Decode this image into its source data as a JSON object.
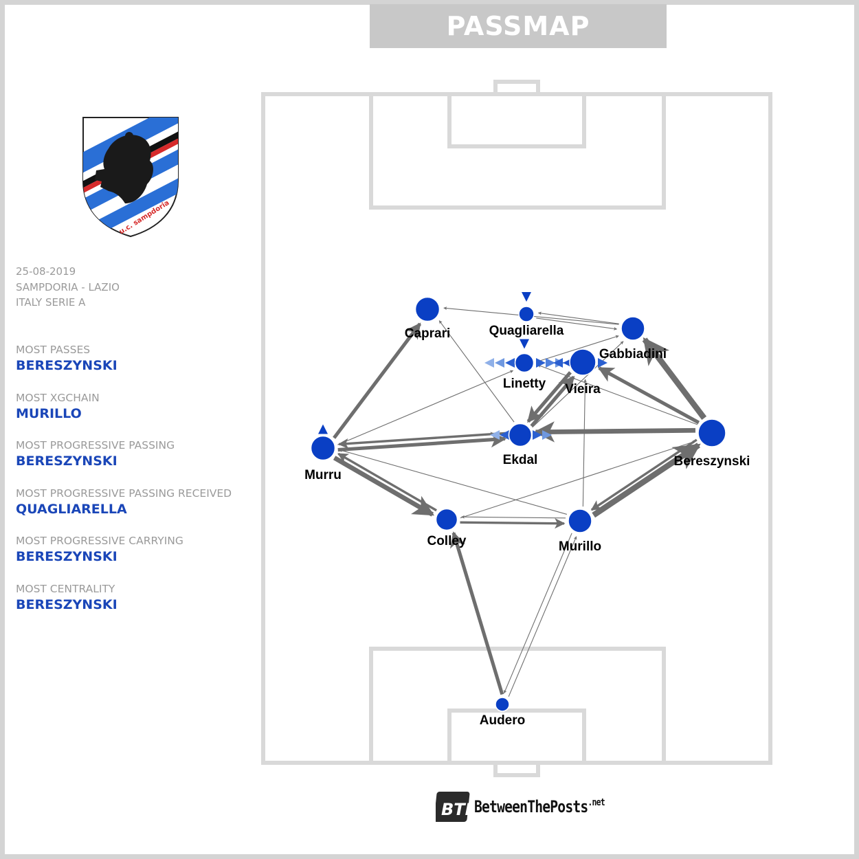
{
  "title": "PASSMAP",
  "match": {
    "date": "25-08-2019",
    "fixture": "SAMPDORIA - LAZIO",
    "competition": "ITALY SERIE A"
  },
  "crest": {
    "text": "u.c. sampdoria"
  },
  "stats": [
    {
      "label": "MOST PASSES",
      "value": "BERESZYNSKI"
    },
    {
      "label": "MOST XGCHAIN",
      "value": "MURILLO"
    },
    {
      "label": "MOST PROGRESSIVE PASSING",
      "value": "BERESZYNSKI"
    },
    {
      "label": "MOST PROGRESSIVE PASSING RECEIVED",
      "value": "QUAGLIARELLA"
    },
    {
      "label": "MOST PROGRESSIVE CARRYING",
      "value": "BERESZYNSKI"
    },
    {
      "label": "MOST CENTRALITY",
      "value": "BERESZYNSKI"
    }
  ],
  "colors": {
    "node": "#0a3fc4",
    "edge": "#6e6e6e",
    "pitch_lines": "#d9d9d9",
    "stat_value": "#1a46b8",
    "title_bg": "#c8c8c8"
  },
  "players": [
    {
      "id": "caprari",
      "name": "Caprari",
      "size": 2.5
    },
    {
      "id": "quagliarella",
      "name": "Quagliarella",
      "size": 1.2,
      "marker": "down"
    },
    {
      "id": "gabbiadini",
      "name": "Gabbiadini",
      "size": 2.4
    },
    {
      "id": "linetty",
      "name": "Linetty",
      "size": 1.7,
      "marker": "down"
    },
    {
      "id": "vieira",
      "name": "Vieira",
      "size": 2.8
    },
    {
      "id": "murru",
      "name": "Murru",
      "size": 2.5,
      "marker": "up"
    },
    {
      "id": "ekdal",
      "name": "Ekdal",
      "size": 2.3
    },
    {
      "id": "bereszynski",
      "name": "Bereszynski",
      "size": 3.0
    },
    {
      "id": "colley",
      "name": "Colley",
      "size": 2.1
    },
    {
      "id": "murillo",
      "name": "Murillo",
      "size": 2.4
    },
    {
      "id": "audero",
      "name": "Audero",
      "size": 1.0
    }
  ],
  "passes": [
    {
      "from": "bereszynski",
      "to": "gabbiadini",
      "weight": 5
    },
    {
      "from": "murillo",
      "to": "bereszynski",
      "weight": 5
    },
    {
      "from": "murru",
      "to": "colley",
      "weight": 4
    },
    {
      "from": "bereszynski",
      "to": "ekdal",
      "weight": 4
    },
    {
      "from": "ekdal",
      "to": "vieira",
      "weight": 3
    },
    {
      "from": "vieira",
      "to": "ekdal",
      "weight": 3
    },
    {
      "from": "murru",
      "to": "caprari",
      "weight": 3
    },
    {
      "from": "murru",
      "to": "ekdal",
      "weight": 3
    },
    {
      "from": "audero",
      "to": "colley",
      "weight": 3
    },
    {
      "from": "bereszynski",
      "to": "vieira",
      "weight": 3
    },
    {
      "from": "bereszynski",
      "to": "murillo",
      "weight": 2
    },
    {
      "from": "colley",
      "to": "murillo",
      "weight": 2
    },
    {
      "from": "ekdal",
      "to": "murru",
      "weight": 2
    },
    {
      "from": "colley",
      "to": "murru",
      "weight": 2
    },
    {
      "from": "ekdal",
      "to": "caprari",
      "weight": 1
    },
    {
      "from": "murillo",
      "to": "murru",
      "weight": 1
    },
    {
      "from": "murillo",
      "to": "colley",
      "weight": 1
    },
    {
      "from": "colley",
      "to": "bereszynski",
      "weight": 1
    },
    {
      "from": "murillo",
      "to": "audero",
      "weight": 1
    },
    {
      "from": "audero",
      "to": "murillo",
      "weight": 1
    },
    {
      "from": "gabbiadini",
      "to": "caprari",
      "weight": 1
    },
    {
      "from": "gabbiadini",
      "to": "quagliarella",
      "weight": 1
    },
    {
      "from": "quagliarella",
      "to": "gabbiadini",
      "weight": 1
    },
    {
      "from": "murillo",
      "to": "vieira",
      "weight": 1
    },
    {
      "from": "ekdal",
      "to": "gabbiadini",
      "weight": 1
    },
    {
      "from": "murru",
      "to": "linetty",
      "weight": 1
    },
    {
      "from": "linetty",
      "to": "gabbiadini",
      "weight": 1
    },
    {
      "from": "bereszynski",
      "to": "linetty",
      "weight": 1
    }
  ],
  "footer": {
    "brand": "BetweenThePosts",
    "suffix": ".net",
    "mark": "BTP"
  }
}
